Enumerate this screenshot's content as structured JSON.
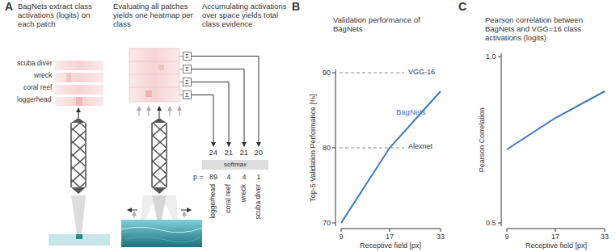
{
  "diagram": {
    "nodes": [
      {
        "text": [
          "Σ"
        ]
      },
      {
        "text": [
          "Σ"
        ]
      },
      {
        "text": [
          "Σ"
        ]
      },
      {
        "text": [
          "Σ"
        ]
      },
      {
        "text": [
          "softmax"
        ]
      }
    ],
    "labels": [
      "A",
      "BagNets extract class activations (logits) on each patch",
      "Evaluating all patches yields one heatmap per class",
      "Accumulating activations over space yields total class evidence",
      "scuba diver",
      "wreck",
      "coral reef",
      "loggerhead",
      "24",
      "21",
      "21",
      "20",
      "p =",
      "89",
      "4",
      "4",
      "1",
      "loggerhead",
      "coral reef",
      "wreck",
      "scuba diver",
      "B",
      "Validation performance of BagNets",
      "VGG-16",
      "BagNets",
      "Alexnet",
      "Top-5 Validation Performance [%]",
      "90",
      "80",
      "70",
      "9",
      "17",
      "33",
      "Receptive field [px]",
      "C",
      "Pearson correlation between BagNets and VGG=16 class activations (logits)",
      "1.0",
      "Pearson Correlation",
      "0.5",
      "9",
      "17",
      "33",
      "Receptive field [px]"
    ]
  }
}
